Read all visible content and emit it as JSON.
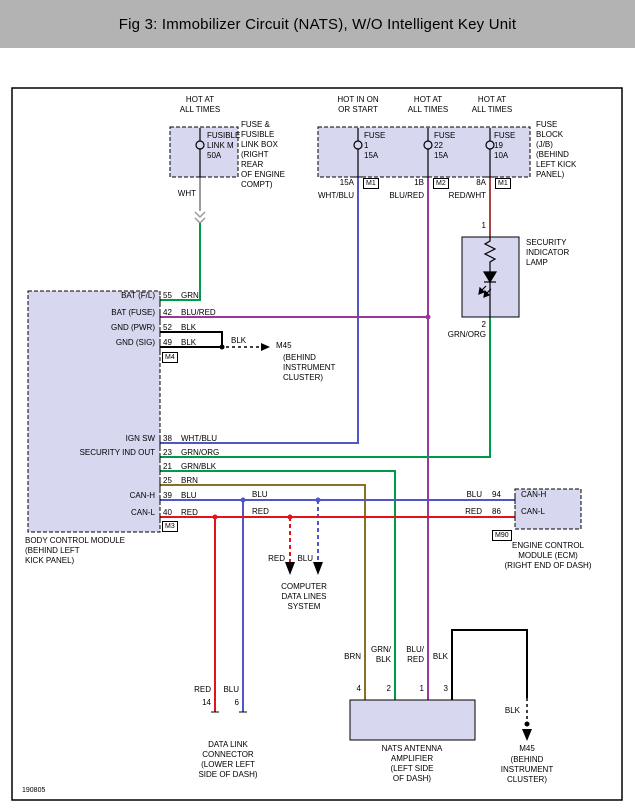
{
  "title": "Fig 3: Immobilizer Circuit (NATS), W/O Intelligent Key Unit",
  "footer": {
    "code": "190805"
  },
  "colors": {
    "green": "#009a49",
    "blue": "#5055c8",
    "purple": "#99379b",
    "red": "#e3131b",
    "red_wht": "#a8433f",
    "brown": "#8a7020",
    "gray_wire": "#9a9a9a",
    "black": "#000000",
    "component_fill": "#d7d7ef",
    "titlebar_gray": "#b3b3b3"
  },
  "fusible_link": {
    "hot": "HOT AT\nALL TIMES",
    "name": "FUSIBLE\nLINK M\n50A",
    "box_note": "FUSE &\nFUSIBLE\nLINK BOX\n(RIGHT\nREAR\nOF ENGINE\nCOMPT)",
    "wire_top": "WHT"
  },
  "fuse_block": {
    "note": "FUSE\nBLOCK\n(J/B)\n(BEHIND\nLEFT KICK\nPANEL)",
    "fuse1": {
      "hot": "HOT IN ON\nOR START",
      "name": "FUSE\n1\n15A",
      "terminal": "15A",
      "connector": "M1",
      "wire": "WHT/BLU"
    },
    "fuse22": {
      "hot": "HOT AT\nALL TIMES",
      "name": "FUSE\n22\n15A",
      "terminal": "1B",
      "connector": "M2",
      "wire": "BLU/RED"
    },
    "fuse19": {
      "hot": "HOT AT\nALL TIMES",
      "name": "FUSE\n19\n10A",
      "terminal": "8A",
      "connector": "M1",
      "wire": "RED/WHT"
    }
  },
  "security_lamp": {
    "pin_top": "1",
    "pin_bottom": "2",
    "label": "SECURITY\nINDICATOR\nLAMP",
    "wire_bottom": "GRN/ORG"
  },
  "bcm": {
    "caption": "BODY CONTROL MODULE\n(BEHIND LEFT\nKICK PANEL)",
    "connector_top": "M4",
    "connector_bottom": "M3",
    "functions": {
      "bat_fl": "BAT (F/L)",
      "bat_fuse": "BAT (FUSE)",
      "gnd_pwr": "GND (PWR)",
      "gnd_sig": "GND (SIG)",
      "ign_sw": "IGN SW",
      "security_ind_out": "SECURITY IND OUT",
      "can_h": "CAN-H",
      "can_l": "CAN-L"
    },
    "pins": {
      "p55": {
        "num": "55",
        "wire": "GRN"
      },
      "p42": {
        "num": "42",
        "wire": "BLU/RED"
      },
      "p52": {
        "num": "52",
        "wire": "BLK"
      },
      "p49": {
        "num": "49",
        "wire": "BLK"
      },
      "p38": {
        "num": "38",
        "wire": "WHT/BLU"
      },
      "p23": {
        "num": "23",
        "wire": "GRN/ORG"
      },
      "p21": {
        "num": "21",
        "wire": "GRN/BLK"
      },
      "p25": {
        "num": "25",
        "wire": "BRN"
      },
      "p39": {
        "num": "39",
        "wire": "BLU"
      },
      "p40": {
        "num": "40",
        "wire": "RED"
      }
    }
  },
  "ground_m45_left": {
    "wire": "BLK",
    "name": "M45",
    "note": "(BEHIND\nINSTRUMENT\nCLUSTER)"
  },
  "can_bus": {
    "blu_mid": "BLU",
    "red_mid": "RED",
    "blu_ecm": "BLU",
    "red_ecm": "RED"
  },
  "ecm": {
    "pin_can_h": "94",
    "pin_can_l": "86",
    "can_h": "CAN-H",
    "can_l": "CAN-L",
    "connector": "M90",
    "caption": "ENGINE CONTROL\nMODULE (ECM)\n(RIGHT END OF DASH)"
  },
  "computer_data_lines": {
    "red": "RED",
    "blu": "BLU",
    "caption": "COMPUTER\nDATA LINES\nSYSTEM"
  },
  "dlc": {
    "red": "RED",
    "blu": "BLU",
    "pin_red": "14",
    "pin_blu": "6",
    "caption": "DATA LINK\nCONNECTOR\n(LOWER LEFT\nSIDE OF DASH)"
  },
  "nats": {
    "wire_brn": "BRN",
    "wire_grn_blk": "GRN/\nBLK",
    "wire_blu_red": "BLU/\nRED",
    "wire_blk": "BLK",
    "pin4": "4",
    "pin2": "2",
    "pin1": "1",
    "pin3": "3",
    "caption": "NATS ANTENNA\nAMPLIFIER\n(LEFT SIDE\nOF DASH)"
  },
  "ground_m45_right": {
    "wire": "BLK",
    "name": "M45",
    "note": "(BEHIND\nINSTRUMENT\nCLUSTER)"
  }
}
